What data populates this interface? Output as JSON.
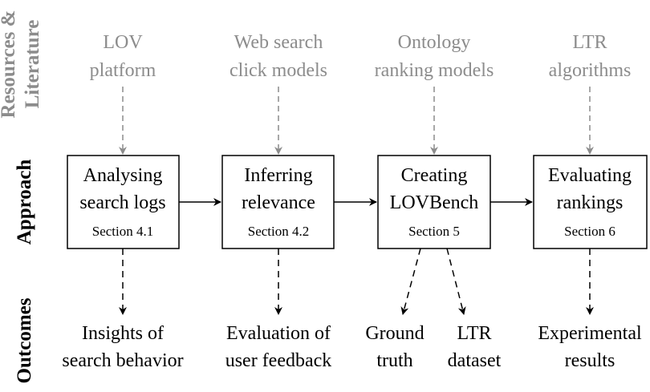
{
  "colors": {
    "resource": "#8c8c8c",
    "resource_arrow": "#8c8c8c",
    "primary": "#000000",
    "box_fill": "#ffffff"
  },
  "row_labels": {
    "resources": [
      "Resources &",
      "Literature"
    ],
    "approach": "Approach",
    "outcomes": "Outcomes"
  },
  "resources": [
    {
      "lines": [
        "LOV",
        "platform"
      ]
    },
    {
      "lines": [
        "Web search",
        "click models"
      ]
    },
    {
      "lines": [
        "Ontology",
        "ranking models"
      ]
    },
    {
      "lines": [
        "LTR",
        "algorithms"
      ]
    }
  ],
  "steps": [
    {
      "title": [
        "Analysing",
        "search logs"
      ],
      "section": "Section 4.1"
    },
    {
      "title": [
        "Inferring",
        "relevance"
      ],
      "section": "Section 4.2"
    },
    {
      "title": [
        "Creating",
        "LOVBench"
      ],
      "section": "Section 5"
    },
    {
      "title": [
        "Evaluating",
        "rankings"
      ],
      "section": "Section 6"
    }
  ],
  "outcomes": [
    {
      "lines": [
        "Insights of",
        "search behavior"
      ]
    },
    {
      "lines": [
        "Evaluation of",
        "user feedback"
      ]
    },
    {
      "lines": [
        "Ground",
        "truth"
      ]
    },
    {
      "lines": [
        "LTR",
        "dataset"
      ]
    },
    {
      "lines": [
        "Experimental",
        "results"
      ]
    }
  ]
}
